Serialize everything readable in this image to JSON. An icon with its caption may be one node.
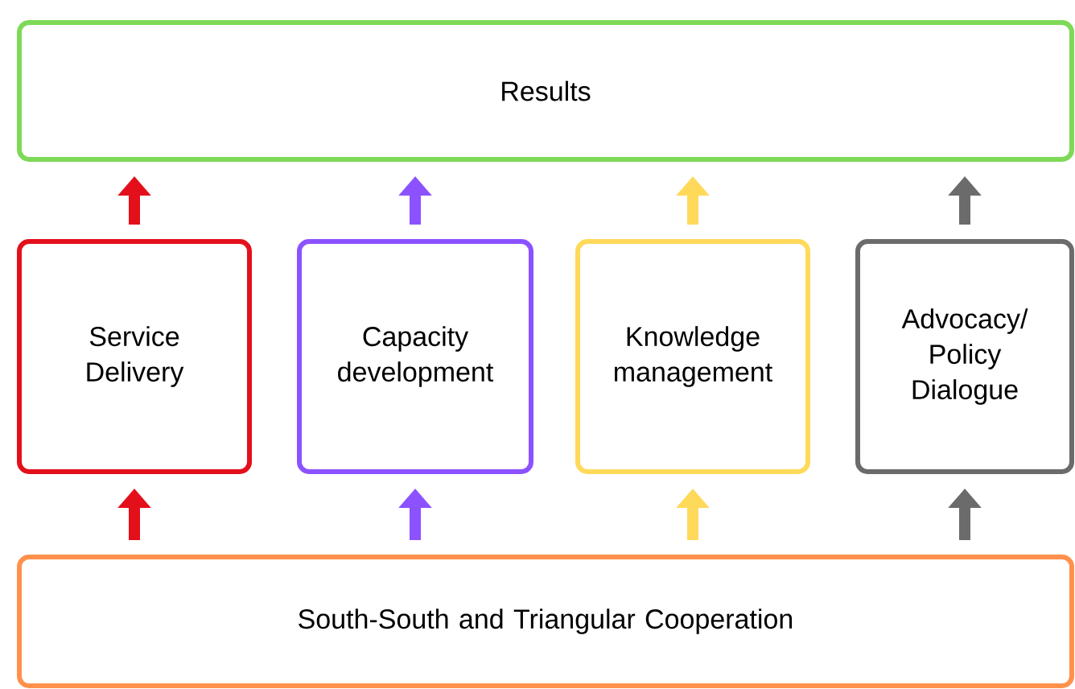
{
  "diagram": {
    "nodes": [
      {
        "text": [
          "Results"
        ]
      },
      {
        "text": [
          "Service Delivery"
        ]
      },
      {
        "text": [
          "Capacity development"
        ]
      },
      {
        "text": [
          "Knowledge management"
        ]
      },
      {
        "text": [
          "Advocacy/ Policy Dialogue"
        ]
      },
      {
        "text": [
          "South-South and Triangular Cooperation"
        ]
      }
    ],
    "edges": [
      {
        "from": 1,
        "to": 0,
        "arrow": "to",
        "color": "#e3101c"
      },
      {
        "from": 2,
        "to": 0,
        "arrow": "to",
        "color": "#8c52ff"
      },
      {
        "from": 3,
        "to": 0,
        "arrow": "to",
        "color": "#ffd95a"
      },
      {
        "from": 4,
        "to": 0,
        "arrow": "to",
        "color": "#6b6b6b"
      },
      {
        "from": 5,
        "to": 1,
        "arrow": "to",
        "color": "#e3101c"
      },
      {
        "from": 5,
        "to": 2,
        "arrow": "to",
        "color": "#8c52ff"
      },
      {
        "from": 5,
        "to": 3,
        "arrow": "to",
        "color": "#ffd95a"
      },
      {
        "from": 5,
        "to": 4,
        "arrow": "to",
        "color": "#6b6b6b"
      }
    ]
  }
}
